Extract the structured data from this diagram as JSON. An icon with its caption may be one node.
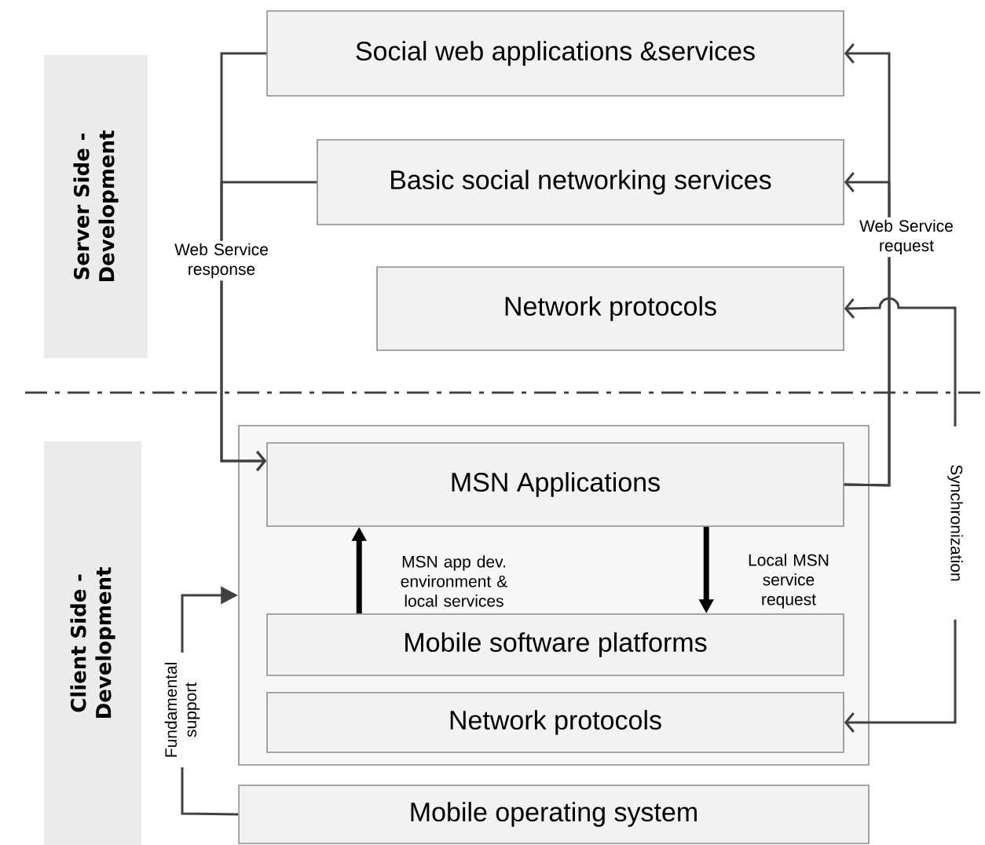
{
  "diagram": {
    "nodes": [
      {
        "text": [
          "Server Side - Development"
        ]
      },
      {
        "text": [
          "Social web applications &services"
        ]
      },
      {
        "text": [
          "Basic social networking services"
        ]
      },
      {
        "text": [
          "Network protocols"
        ]
      },
      {
        "text": [
          "Client Side - Development"
        ]
      },
      {
        "text": [],
        "shape": "box"
      },
      {
        "text": [
          "MSN Applications"
        ],
        "in": 5
      },
      {
        "text": [
          "Mobile software platforms"
        ],
        "in": 5
      },
      {
        "text": [
          "Network protocols"
        ],
        "in": 5
      },
      {
        "text": [
          "Mobile operating system"
        ]
      }
    ],
    "edges": [
      {
        "from": 1,
        "to": 6,
        "arrow": "to",
        "label": "Web Service response"
      },
      {
        "from": 2,
        "to": 6,
        "arrow": "to"
      },
      {
        "from": 6,
        "to": 1,
        "arrow": "to",
        "label": "Web Service request"
      },
      {
        "from": 6,
        "to": 2,
        "arrow": "to"
      },
      {
        "from": 8,
        "to": 3,
        "arrow": "both",
        "label": "Synchronization"
      },
      {
        "from": 7,
        "to": 6,
        "arrow": "to",
        "label": "MSN app dev. environment & local services",
        "style": "thick",
        "color": "#000000"
      },
      {
        "from": 6,
        "to": 7,
        "arrow": "to",
        "label": "Local MSN service request",
        "style": "thick",
        "color": "#000000"
      },
      {
        "from": 9,
        "to": 5,
        "arrow": "to",
        "label": "Fundamental support"
      }
    ]
  }
}
